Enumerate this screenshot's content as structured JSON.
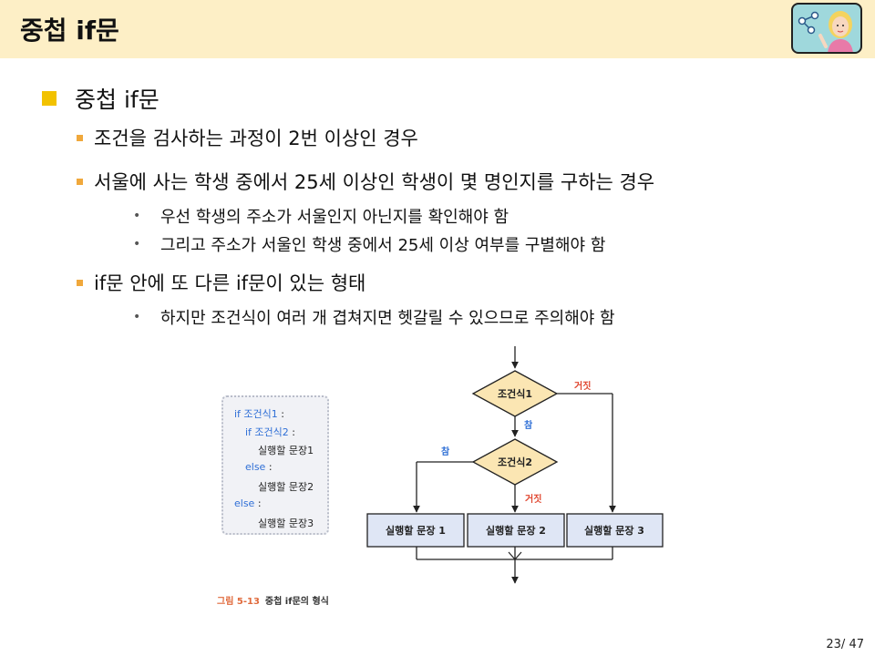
{
  "header": {
    "title": "중첩 if문"
  },
  "content": {
    "heading": "중첩 if문",
    "bullets": [
      {
        "text": "조건을 검사하는 과정이 2번 이상인 경우",
        "sub": []
      },
      {
        "text": "서울에 사는 학생 중에서 25세 이상인 학생이 몇 명인지를 구하는 경우",
        "sub": [
          "우선 학생의 주소가 서울인지 아닌지를 확인해야 함",
          "그리고 주소가 서울인 학생 중에서 25세 이상 여부를 구별해야 함"
        ]
      },
      {
        "text": "if문 안에 또 다른 if문이 있는 형태",
        "sub": [
          "하지만 조건식이 여러 개 겹쳐지면 헷갈릴 수 있으므로 주의해야 함"
        ]
      }
    ]
  },
  "code": {
    "lines": [
      {
        "kw": "if 조건식1",
        "rest": " :"
      },
      {
        "kw": "if 조건식2",
        "rest": " :"
      },
      {
        "kw": "",
        "rest": "실행할 문장1"
      },
      {
        "kw": "else",
        "rest": " :"
      },
      {
        "kw": "",
        "rest": "실행할 문장2"
      },
      {
        "kw": "else",
        "rest": " :"
      },
      {
        "kw": "",
        "rest": "실행할 문장3"
      }
    ]
  },
  "flowchart": {
    "cond1": "조건식1",
    "cond2": "조건식2",
    "true_label": "참",
    "false_label": "거짓",
    "stmt1": "실행할 문장 1",
    "stmt2": "실행할 문장 2",
    "stmt3": "실행할 문장 3",
    "colors": {
      "diamond_fill": "#fbe6b3",
      "box_fill": "#dfe6f5",
      "label_true": "#2f6fd6",
      "label_false": "#e0462f"
    }
  },
  "caption": {
    "figure": "그림 5-13",
    "text": "중첩 if문의 형식"
  },
  "page": {
    "current": "23",
    "total": "47",
    "display": "23/ 47"
  }
}
